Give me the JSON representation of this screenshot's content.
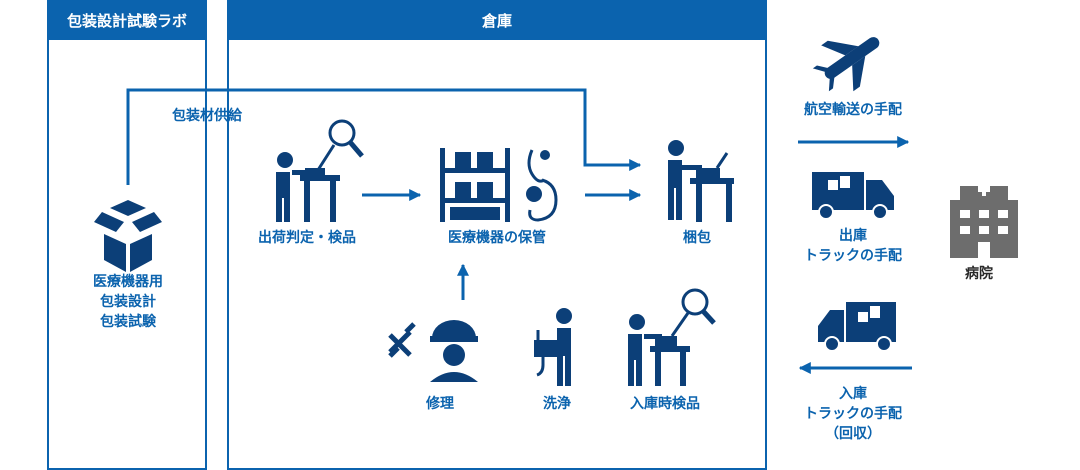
{
  "panels": {
    "lab_title": "包装設計試験ラボ",
    "warehouse_title": "倉庫"
  },
  "labels": {
    "packaging_supply": "包装材供給",
    "lab_services": [
      "医療機器用",
      "包装設計",
      "包装試験"
    ],
    "shipping_inspection": "出荷判定・検品",
    "storage": "医療機器の保管",
    "packing": "梱包",
    "repair": "修理",
    "cleaning": "洗浄",
    "receiving_inspection": "入庫時検品",
    "air_transport": "航空輸送の手配",
    "outbound_truck": [
      "出庫",
      "トラックの手配"
    ],
    "inbound_truck": [
      "入庫",
      "トラックの手配",
      "（回収）"
    ],
    "hospital": "病院"
  },
  "colors": {
    "primary": "#0b63ae",
    "icon": "#0c3f78",
    "gray": "#6d6d6d"
  }
}
